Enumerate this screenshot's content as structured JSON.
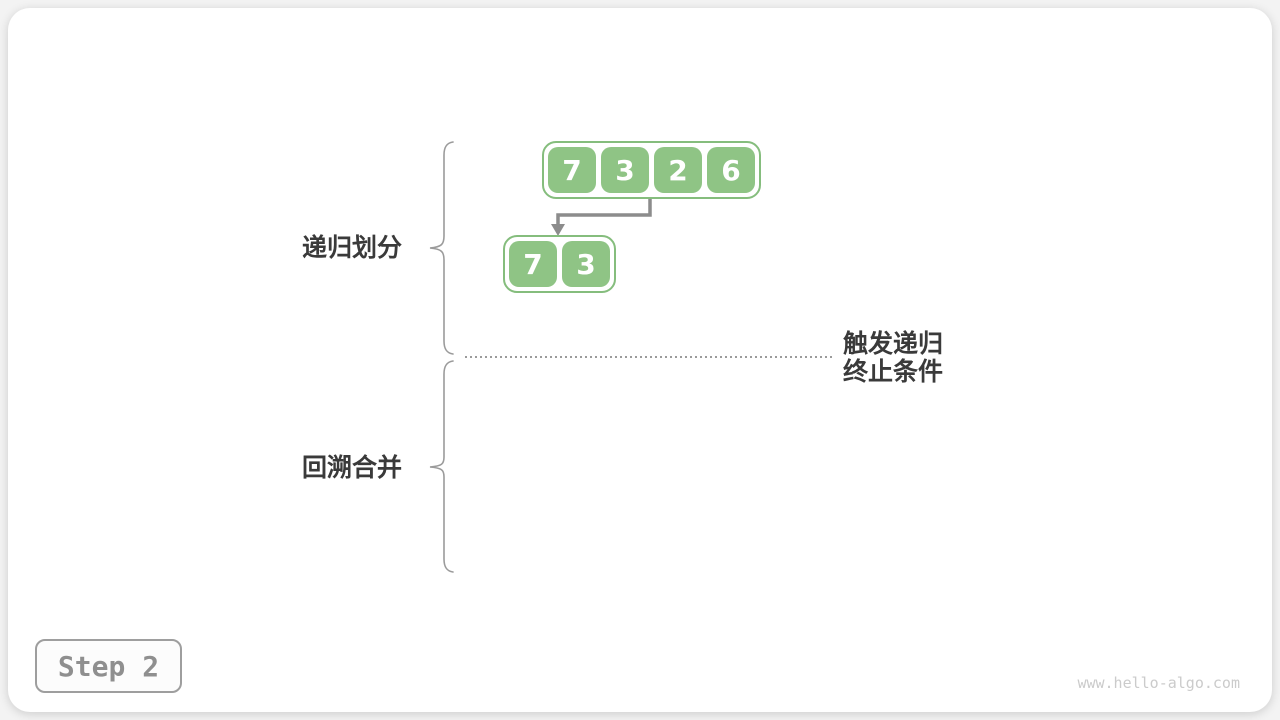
{
  "diagram": {
    "phases": [
      {
        "label": "递归划分"
      },
      {
        "label": "回溯合并"
      }
    ],
    "annotation": {
      "line1": "触发递归",
      "line2": "终止条件"
    },
    "arrays": [
      {
        "name": "array-top",
        "values": [
          "7",
          "3",
          "2",
          "6"
        ]
      },
      {
        "name": "array-sub",
        "values": [
          "7",
          "3"
        ]
      }
    ],
    "colors": {
      "cell_green": "#8FC485",
      "container_border": "#85BD7D",
      "arrow_gray": "#8C8C8C",
      "brace_gray": "#9B9B9B",
      "label_text": "#3A3A3A",
      "step_text": "#8F8F8F",
      "step_border": "#9E9E9E",
      "watermark_gray": "#CBCBCB"
    }
  },
  "footer": {
    "step_label": "Step 2",
    "watermark": "www.hello-algo.com"
  }
}
